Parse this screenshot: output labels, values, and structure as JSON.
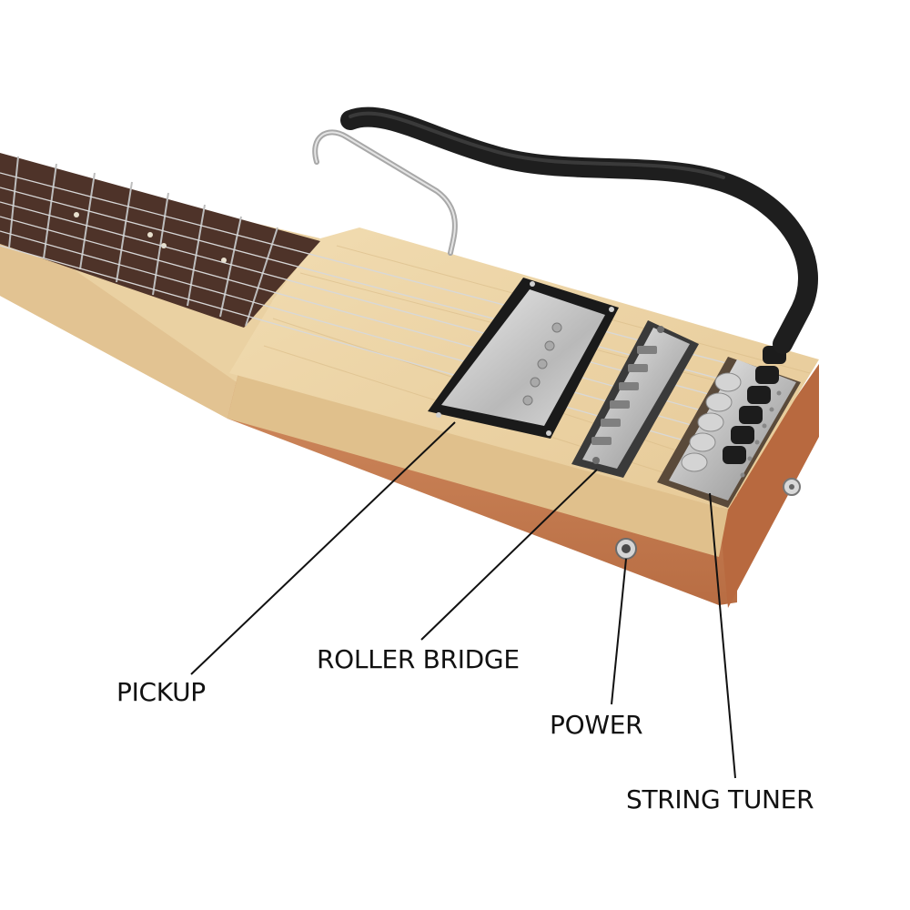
{
  "colors": {
    "background": "#ffffff",
    "maple": "#ecd3a4",
    "mahogany": "#c97d52",
    "fretboard": "#4e3329",
    "chrome": "#c9c9c9",
    "cable": "#1e1e1e",
    "leader_line": "#111111"
  },
  "callouts": [
    {
      "id": "pickup",
      "label": "PICKUP"
    },
    {
      "id": "roller-bridge",
      "label": "ROLLER BRIDGE"
    },
    {
      "id": "power",
      "label": "POWER"
    },
    {
      "id": "string-tuner",
      "label": "STRING TUNER"
    }
  ]
}
